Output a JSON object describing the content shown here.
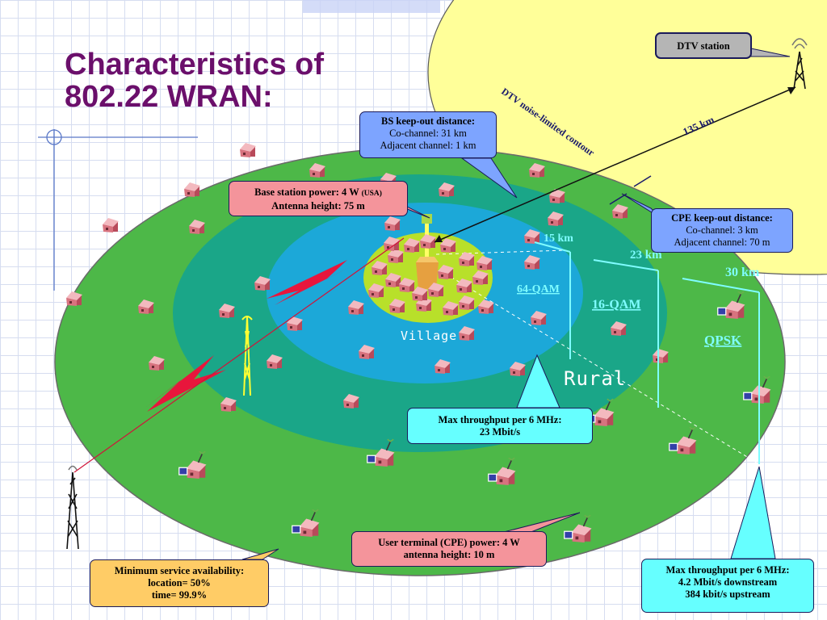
{
  "title": {
    "line1": "Characteristics of",
    "line2": "802.22 WRAN:"
  },
  "dtv_station": {
    "label": "DTV station"
  },
  "contour_label": "DTV noise-limited contour",
  "distance_135": "135 km",
  "zones": {
    "village_label": "Village",
    "rural_label": "Rural"
  },
  "ranges": {
    "r15": "15 km",
    "r23": "23 km",
    "r30": "30 km"
  },
  "modulation": {
    "qam64": "64-QAM",
    "qam16": "16-QAM",
    "qpsk": "QPSK"
  },
  "bs_keepout": {
    "heading": "BS keep-out distance:",
    "co": "Co-channel: 31 km",
    "adj": "Adjacent channel: 1 km"
  },
  "bs_power": {
    "line1_main": "Base station power: 4 W",
    "line1_note": "(USA)",
    "line2": "Antenna height: 75 m"
  },
  "cpe_keepout": {
    "heading": "CPE keep-out distance:",
    "co": "Co-channel: 3 km",
    "adj": "Adjacent channel: 70 m"
  },
  "throughput_mid": {
    "line1": "Max throughput per 6 MHz:",
    "line2": "23 Mbit/s"
  },
  "throughput_edge": {
    "line1": "Max throughput per 6 MHz:",
    "line2": "4.2 Mbit/s downstream",
    "line3": "384 kbit/s upstream"
  },
  "cpe_power": {
    "line1": "User terminal (CPE) power: 4 W",
    "line2": "antenna height: 10 m"
  },
  "availability": {
    "heading": "Minimum service availability:",
    "location": "location= 50%",
    "time": "time= 99.9%"
  },
  "colors": {
    "title": "#6b0f6b",
    "dtv_area": "#ffff99",
    "outer_ring": "#4db848",
    "middle_ring": "#1aa688",
    "inner_ring": "#1ca8d8",
    "village": "#b8e02a",
    "range_lines": "#7ffcff"
  },
  "icons": {
    "house": "house-icon",
    "cpe_house": "cpe-house-icon",
    "tower": "tower-icon",
    "interference": "lightning-icon"
  }
}
